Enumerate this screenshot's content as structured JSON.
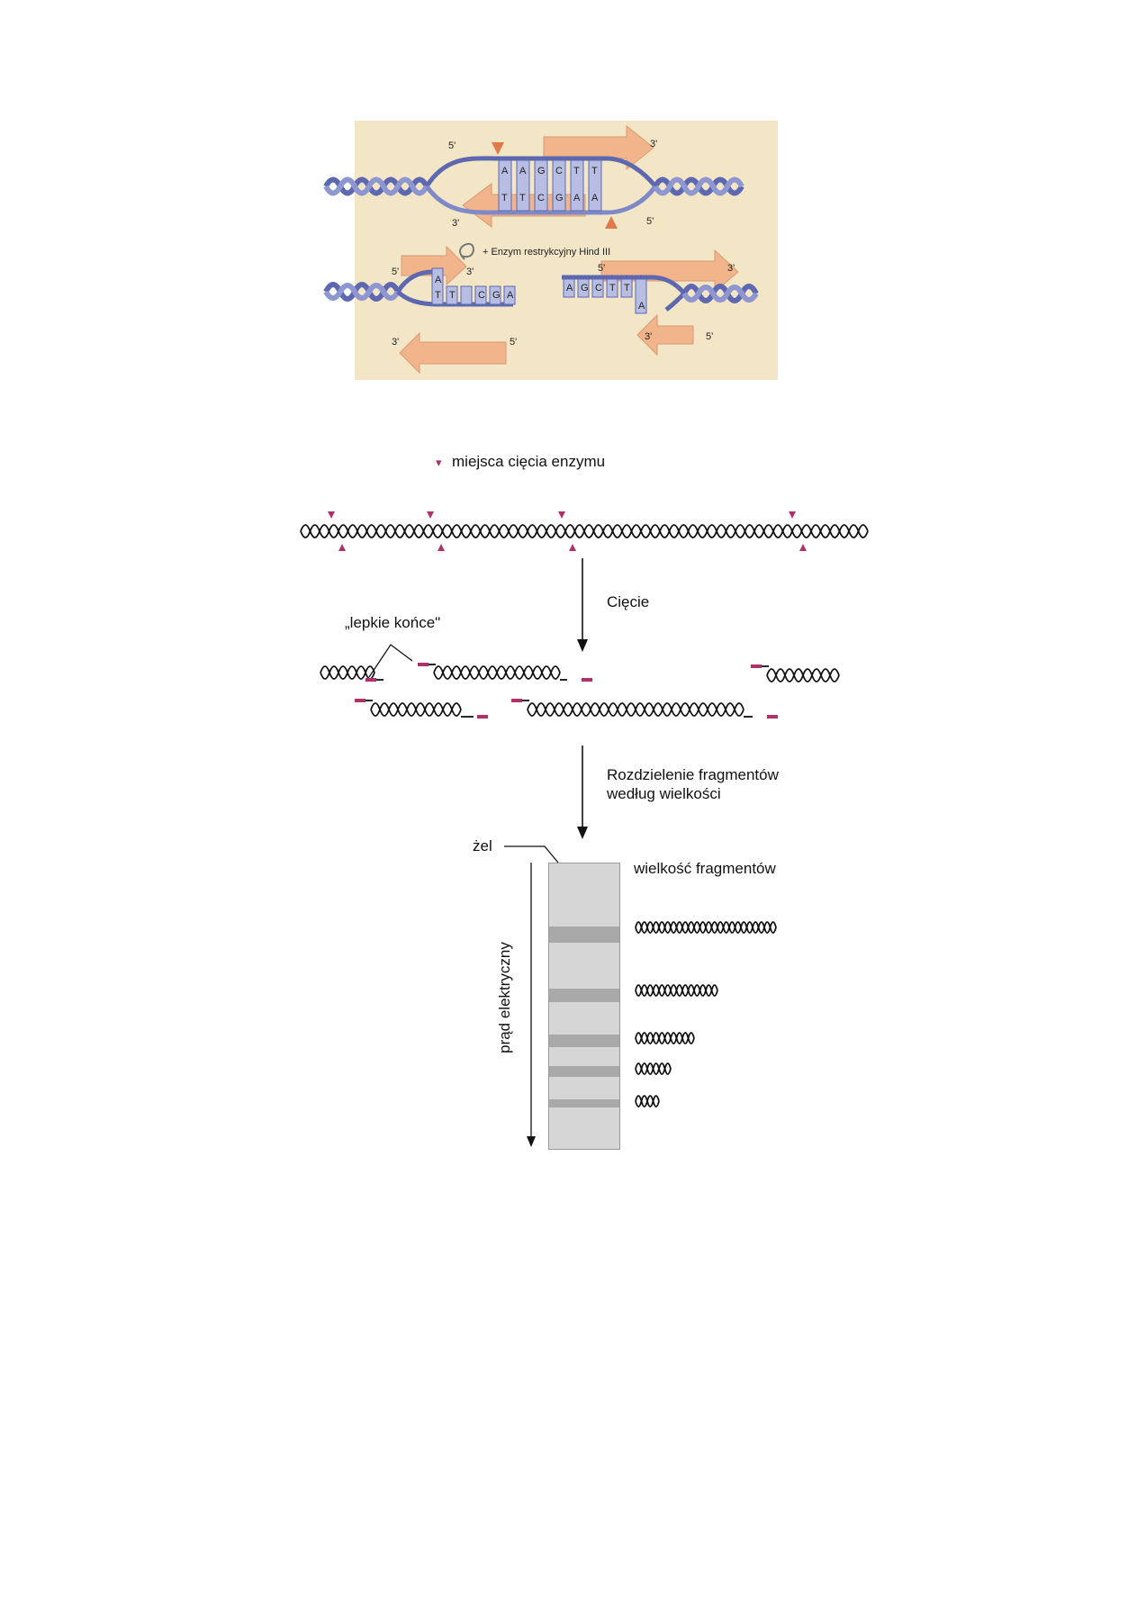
{
  "top_panel": {
    "ends": [
      "5'",
      "3'",
      "3'",
      "5'",
      "5'",
      "3'",
      "3'",
      "5'",
      "5'",
      "3'",
      "3'",
      "5'"
    ],
    "bases_top": [
      "A",
      "A",
      "G",
      "C",
      "T",
      "T"
    ],
    "bases_bottom": [
      "T",
      "T",
      "C",
      "G",
      "A",
      "A"
    ],
    "left_fragment_bases": [
      "A",
      "T",
      "T",
      "C",
      "G",
      "A"
    ],
    "right_fragment_bases": [
      "A",
      "G",
      "C",
      "T",
      "T",
      "A"
    ],
    "enzyme_label": "+ Enzym restrykcyjny Hind III"
  },
  "legend": {
    "symbol": "▾",
    "text": "miejsca cięcia enzymu"
  },
  "steps": {
    "cut": "Cięcie",
    "sticky_ends": "„lepkie końce\"",
    "separate_line1": "Rozdzielenie fragmentów",
    "separate_line2": "według wielkości"
  },
  "gel": {
    "label": "żel",
    "current_label": "prąd elektryczny",
    "size_label": "wielkość fragmentów"
  },
  "colors": {
    "cut_marker": "#b0306a",
    "helix_blue": "#6a74b8",
    "arrow_orange": "#f2b48a",
    "panel_bg": "#f3e6c7"
  }
}
